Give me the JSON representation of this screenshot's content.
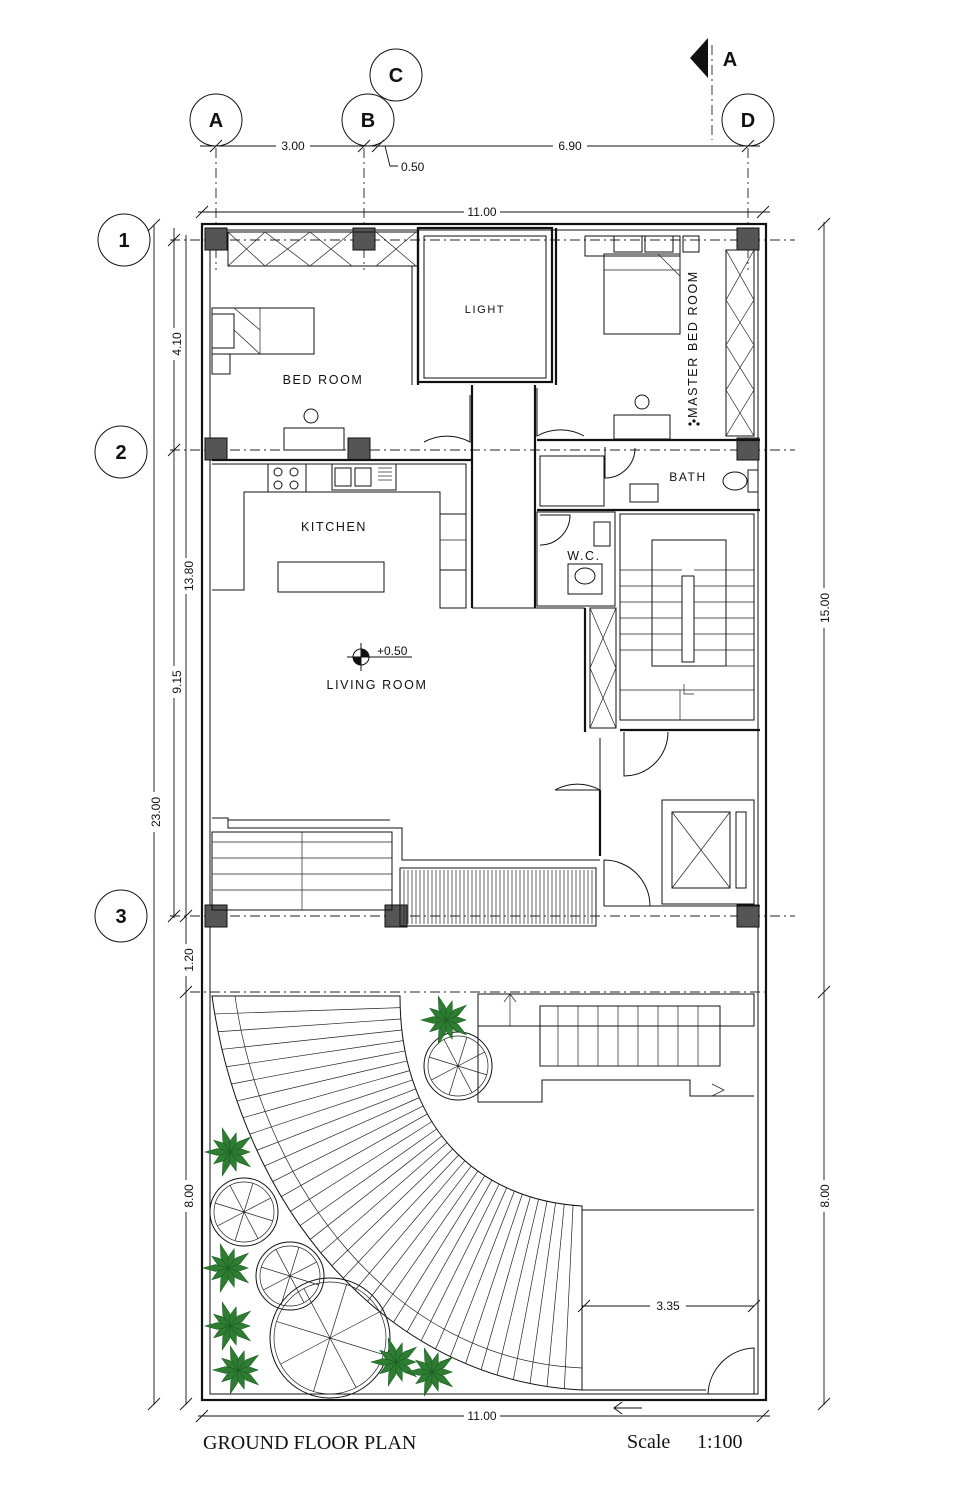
{
  "grid": {
    "columns": [
      "A",
      "B",
      "C",
      "D"
    ],
    "rows": [
      "1",
      "2",
      "3"
    ],
    "section_marker": "A"
  },
  "dimensions": {
    "top_ab": "3.00",
    "top_bd": "6.90",
    "top_offset": "0.50",
    "overall_width_top": "11.00",
    "overall_width_bottom": "11.00",
    "left_row12": "4.10",
    "left_row23": "13.80",
    "left_living": "9.15",
    "left_total": "23.00",
    "left_front": "1.20",
    "left_yard": "8.00",
    "right_building": "15.00",
    "right_yard": "8.00",
    "yard_inner": "3.35",
    "level": "+0.50"
  },
  "rooms": {
    "bed_room": "BED ROOM",
    "light": "LIGHT",
    "master_bed_room": "MASTER BED ROOM",
    "bath": "BATH",
    "kitchen": "KITCHEN",
    "wc": "W.C.",
    "living_room": "LIVING ROOM"
  },
  "footer": {
    "title": "GROUND  FLOOR PLAN",
    "scale_label": "Scale",
    "scale_value": "1:100"
  },
  "colors": {
    "line": "#111111",
    "column_fill": "#555555",
    "plant": "#2e7d32"
  }
}
